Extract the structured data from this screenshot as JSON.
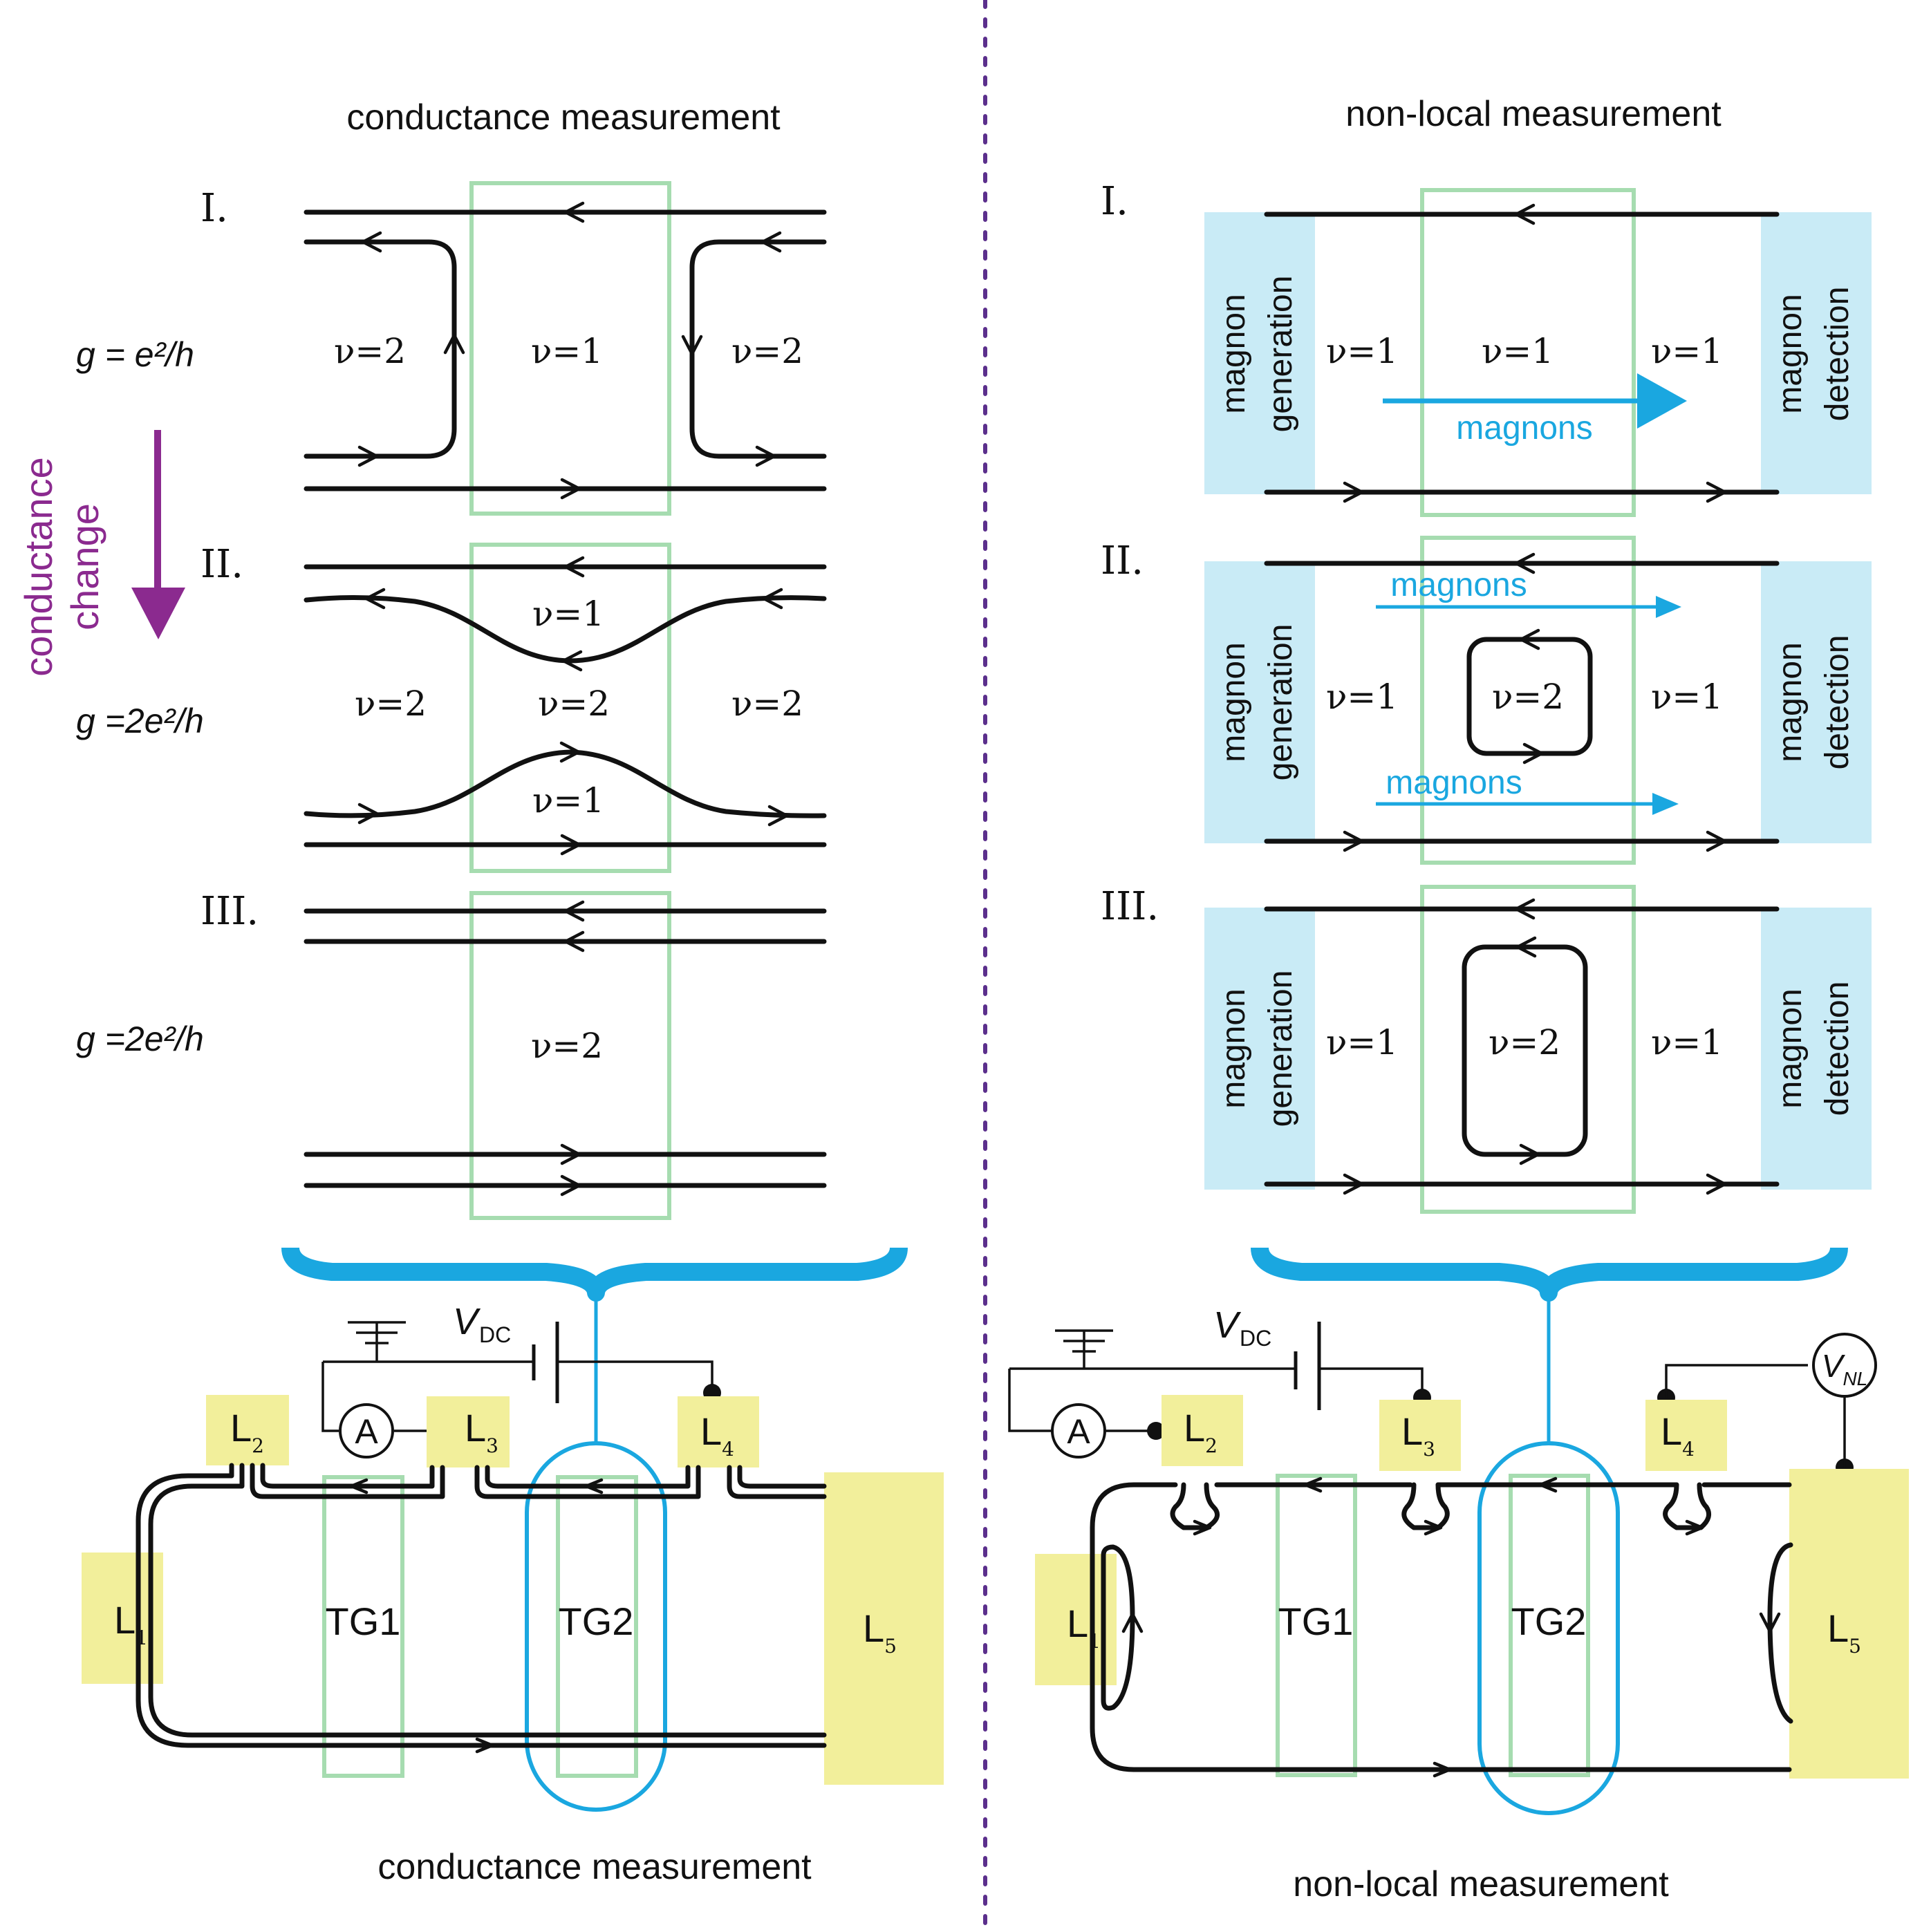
{
  "colors": {
    "accent_purple": "#8b2a8f",
    "divider_purple": "#5b2f8c",
    "magnon_blue": "#1aa7e0",
    "gate_green": "#a6dcb0",
    "lead_yellow": "#f2ef9b",
    "magnon_box": "#c9ebf6"
  },
  "left": {
    "title_top": "conductance measurement",
    "title_bottom": "conductance measurement",
    "side_label": [
      "conductance",
      "change"
    ],
    "panels": [
      {
        "roman": "I.",
        "g": "g = e²/h",
        "nu": [
          "ν=2",
          "ν=1",
          "ν=2"
        ]
      },
      {
        "roman": "II.",
        "g": "g =2e²/h",
        "nu": [
          "ν=1",
          "ν=2",
          "ν=2",
          "ν=2",
          "ν=1"
        ]
      },
      {
        "roman": "III.",
        "g": "g =2e²/h",
        "nu": [
          "ν=2"
        ]
      }
    ],
    "circuit": {
      "vdc": "V",
      "vdc_sub": "DC",
      "ammeter": "A",
      "leads": [
        {
          "main": "L",
          "sub": "1"
        },
        {
          "main": "L",
          "sub": "2"
        },
        {
          "main": "L",
          "sub": "3"
        },
        {
          "main": "L",
          "sub": "4"
        },
        {
          "main": "L",
          "sub": "5"
        }
      ],
      "gates": [
        "TG1",
        "TG2"
      ]
    }
  },
  "right": {
    "title_top": "non-local measurement",
    "title_bottom": "non-local measurement",
    "panels": [
      {
        "roman": "I.",
        "nu": [
          "ν=1",
          "ν=1",
          "ν=1"
        ],
        "magnons": [
          "magnons"
        ]
      },
      {
        "roman": "II.",
        "nu": [
          "ν=1",
          "ν=2",
          "ν=1"
        ],
        "magnons": [
          "magnons",
          "magnons"
        ]
      },
      {
        "roman": "III.",
        "nu": [
          "ν=1",
          "ν=2",
          "ν=1"
        ],
        "magnons": []
      }
    ],
    "box_generation": [
      "magnon",
      "generation"
    ],
    "box_detection": [
      "magnon",
      "detection"
    ],
    "circuit": {
      "vdc": "V",
      "vdc_sub": "DC",
      "vnl": "V",
      "vnl_sub": "NL",
      "ammeter": "A",
      "leads": [
        {
          "main": "L",
          "sub": "1"
        },
        {
          "main": "L",
          "sub": "2"
        },
        {
          "main": "L",
          "sub": "3"
        },
        {
          "main": "L",
          "sub": "4"
        },
        {
          "main": "L",
          "sub": "5"
        }
      ],
      "gates": [
        "TG1",
        "TG2"
      ]
    }
  }
}
